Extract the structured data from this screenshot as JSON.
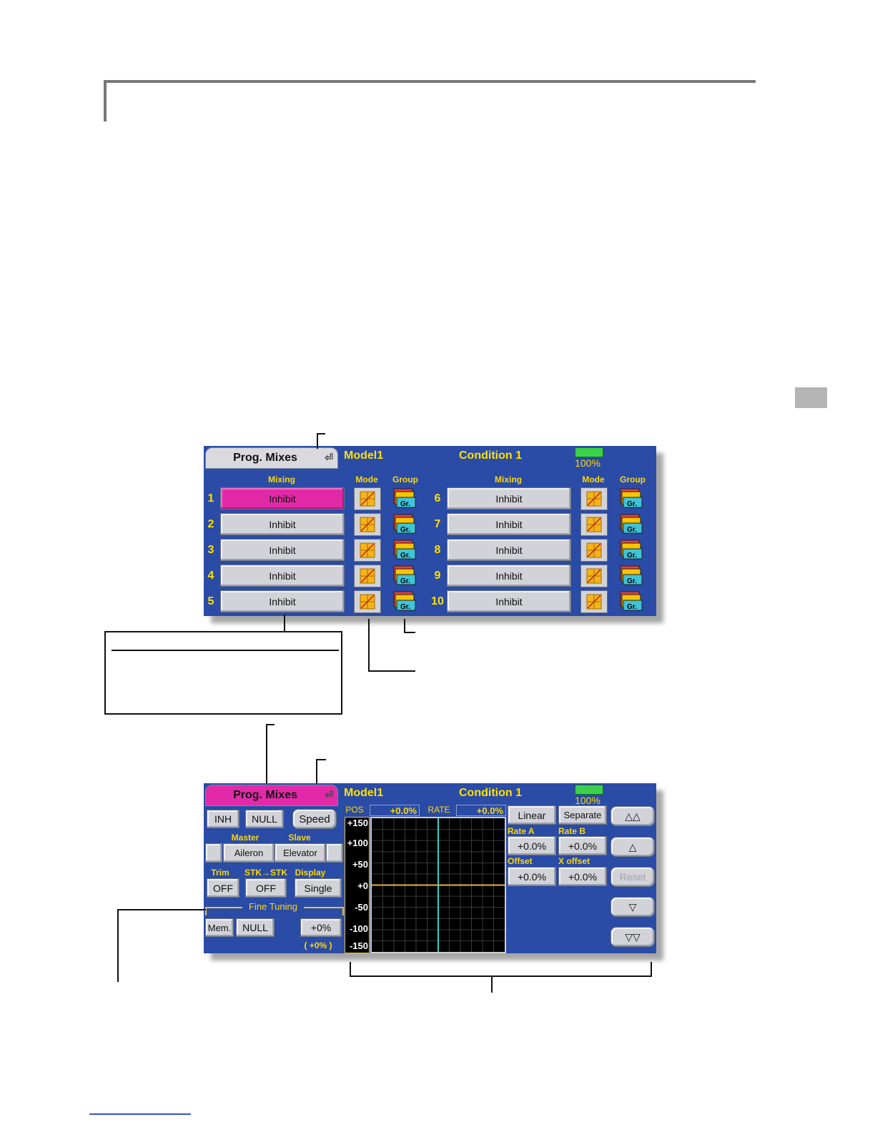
{
  "screen1": {
    "title": "Prog. Mixes",
    "model": "Model1",
    "condition": "Condition 1",
    "battery": "100%",
    "headers": {
      "mixing": "Mixing",
      "mode": "Mode",
      "group": "Group"
    },
    "group_label": "Gr.",
    "left_rows": [
      {
        "num": "1",
        "label": "Inhibit"
      },
      {
        "num": "2",
        "label": "Inhibit"
      },
      {
        "num": "3",
        "label": "Inhibit"
      },
      {
        "num": "4",
        "label": "Inhibit"
      },
      {
        "num": "5",
        "label": "Inhibit"
      }
    ],
    "right_rows": [
      {
        "num": "6",
        "label": "Inhibit"
      },
      {
        "num": "7",
        "label": "Inhibit"
      },
      {
        "num": "8",
        "label": "Inhibit"
      },
      {
        "num": "9",
        "label": "Inhibit"
      },
      {
        "num": "10",
        "label": "Inhibit"
      }
    ]
  },
  "screen2": {
    "title": "Prog. Mixes",
    "model": "Model1",
    "condition": "Condition 1",
    "battery": "100%",
    "inh": "INH",
    "null": "NULL",
    "speed": "Speed",
    "master_label": "Master",
    "slave_label": "Slave",
    "master": "Aileron",
    "slave": "Elevator",
    "trim_label": "Trim",
    "stk_label": "STK→STK",
    "display_label": "Display",
    "trim": "OFF",
    "stk": "OFF",
    "display": "Single",
    "fine_tuning": "Fine Tuning",
    "mem": "Mem.",
    "ft_null": "NULL",
    "ft_value": "+0%",
    "ft_sub": "(   +0% )",
    "pos_label": "POS",
    "pos_value": "+0.0%",
    "rate_label": "RATE",
    "rate_value": "+0.0%",
    "linear": "Linear",
    "separate": "Separate",
    "rate_a_label": "Rate A",
    "rate_b_label": "Rate B",
    "rate_a": "+0.0%",
    "rate_b": "+0.0%",
    "offset_label": "Offset",
    "xoffset_label": "X offset",
    "offset": "+0.0%",
    "xoffset": "+0.0%",
    "up_up": "△△",
    "up": "△",
    "reset": "Reset",
    "down": "▽",
    "down_down": "▽▽",
    "yaxis": [
      "+150",
      "+100",
      "+50",
      "+0",
      "-50",
      "-100",
      "-150"
    ],
    "colors": {
      "curve": "#e8b23a",
      "center_v": "#3ad0c8",
      "grid": "#3a3a3a"
    }
  }
}
